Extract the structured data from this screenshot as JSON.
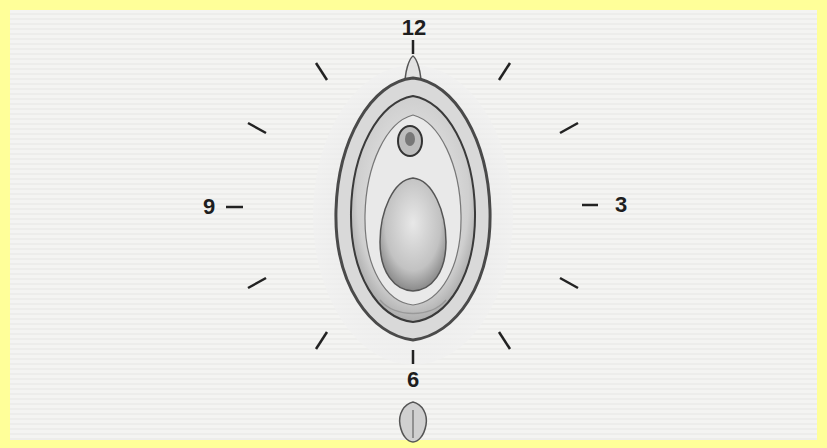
{
  "diagram": {
    "labels": [
      "12",
      "3",
      "6",
      "9"
    ]
  }
}
